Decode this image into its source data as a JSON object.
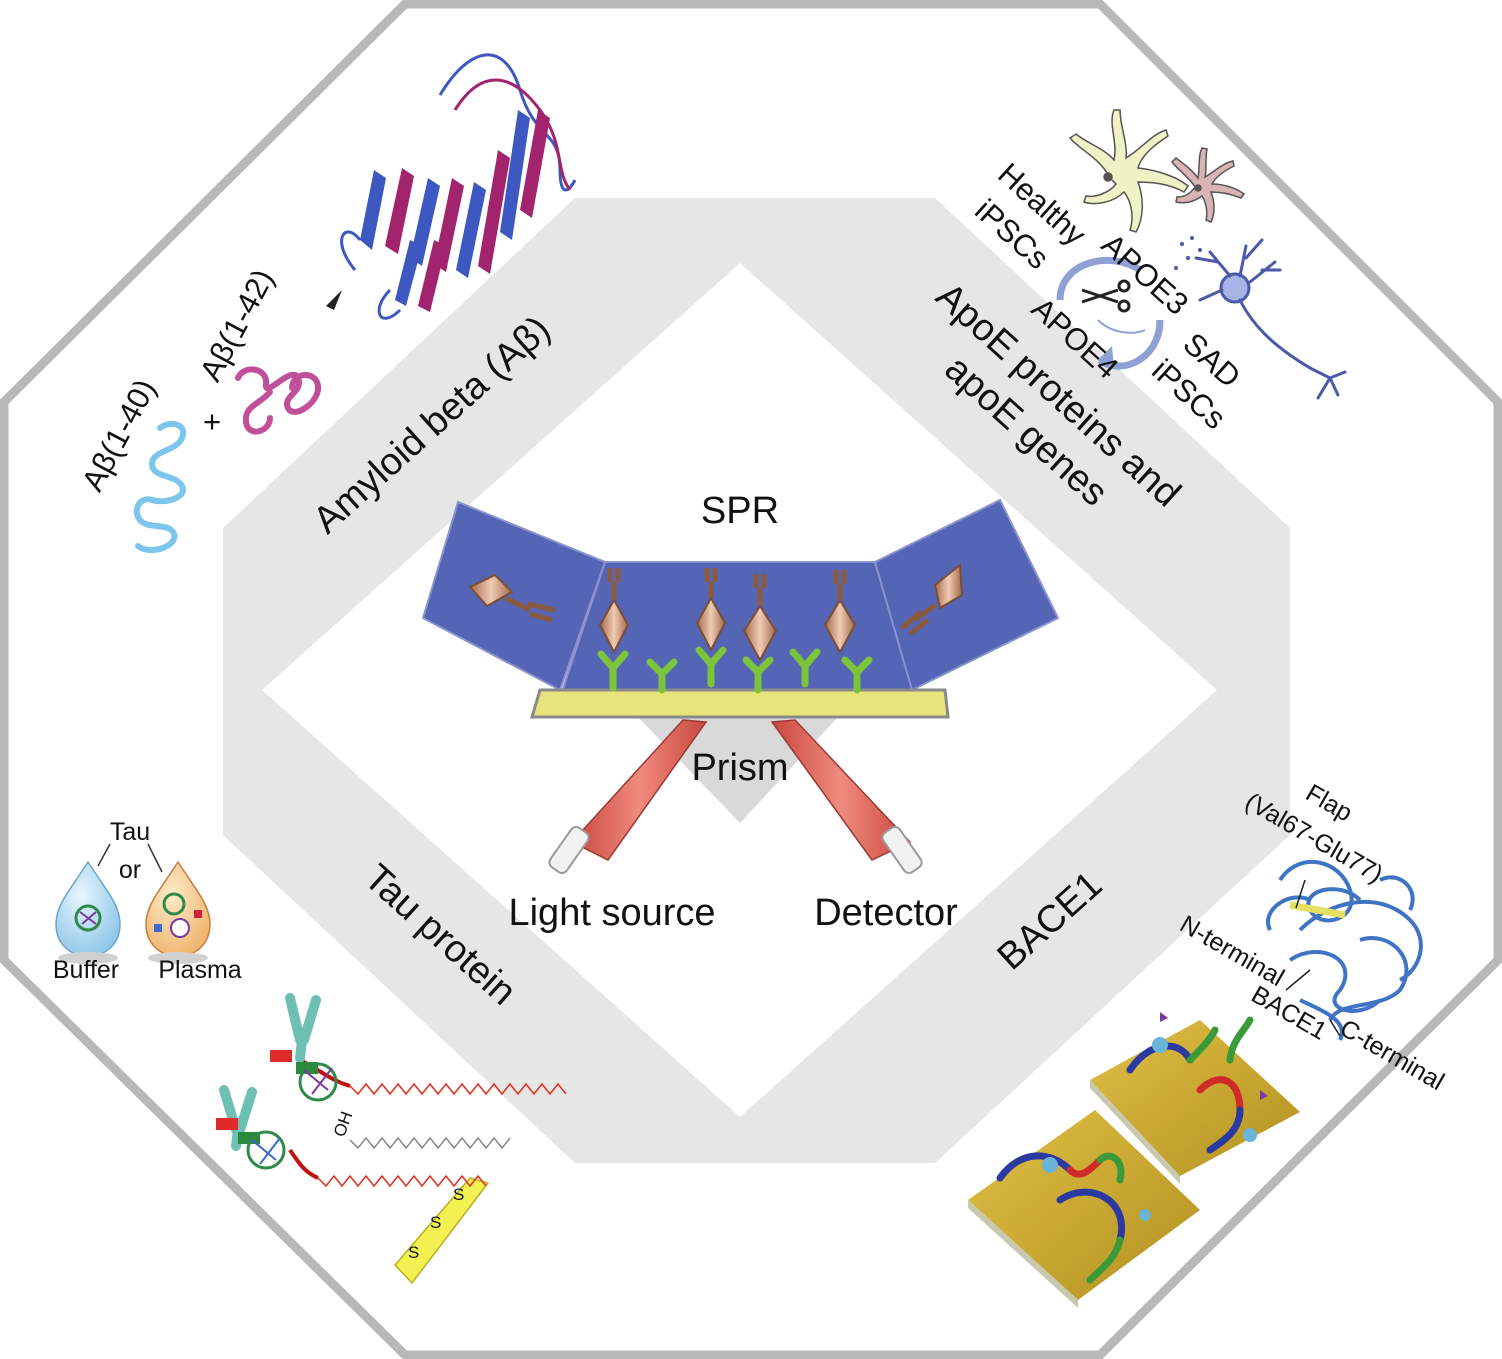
{
  "center": {
    "spr": "SPR",
    "prism": "Prism",
    "light_source": "Light source",
    "detector": "Detector"
  },
  "sections": {
    "amyloid": "Amyloid beta (Aβ)",
    "apoe_line1": "ApoE proteins and",
    "apoe_line2": "apoE genes",
    "tau": "Tau protein",
    "bace1": "BACE1"
  },
  "amyloid_panel": {
    "ab40": "Aβ(1-40)",
    "ab42": "Aβ(1-42)",
    "plus": "+"
  },
  "apoe_panel": {
    "healthy": "Healthy",
    "ipscs_left": "iPSCs",
    "apoe3": "APOE3",
    "apoe4": "APOE4",
    "sad": "SAD",
    "ipscs_right": "iPSCs"
  },
  "tau_panel": {
    "tau": "Tau",
    "or": "or",
    "buffer": "Buffer",
    "plasma": "Plasma",
    "oh": "OH",
    "s": "S"
  },
  "bace_panel": {
    "flap": "Flap",
    "flap_range": "(Val67-Glu77)",
    "n_terminal": "N-terminal",
    "bace1": "BACE1",
    "c_terminal": "C-terminal"
  },
  "colors": {
    "frame": "#b8b8b8",
    "inner": "#e6e6e6",
    "spr_blue": "#5565b5",
    "gold": "#e6e47a",
    "beam": "#e0685c",
    "ab40": "#7cc6ee",
    "ab42": "#c0509a",
    "sheet_blue": "#3d58c0",
    "sheet_magenta": "#a3246e",
    "bace_blue": "#3f74c4"
  }
}
